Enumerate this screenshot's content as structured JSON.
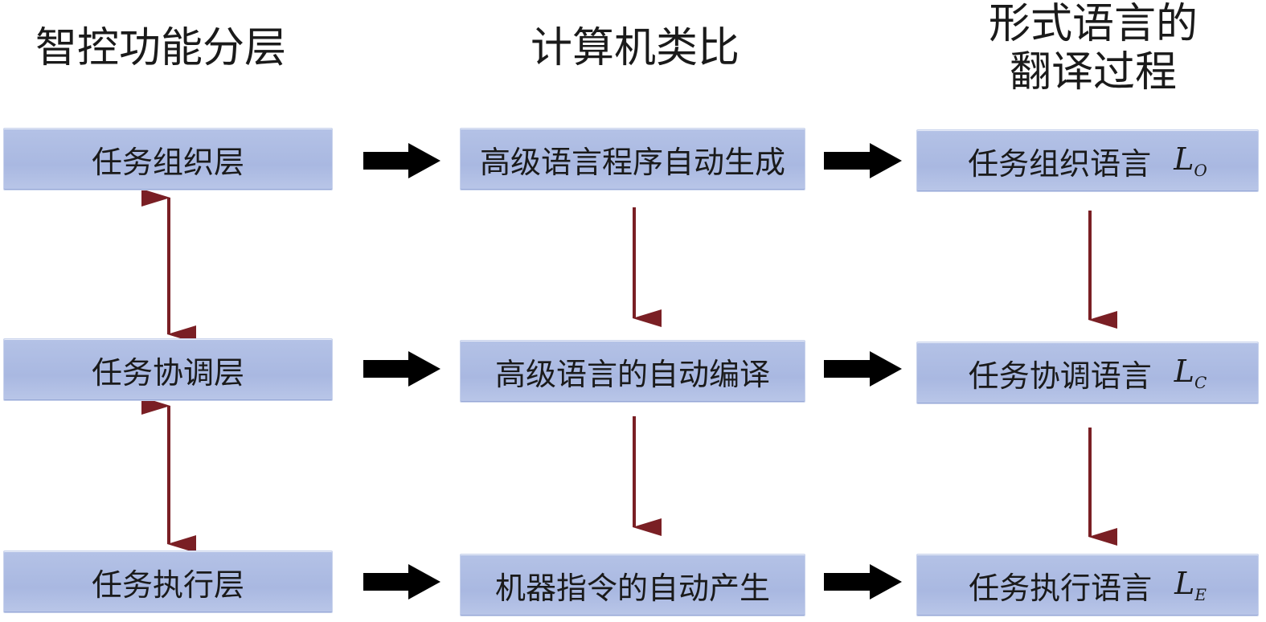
{
  "colors": {
    "box_fill": "#aebce3",
    "box_border": "#c9d3ec",
    "arrow_black": "#000000",
    "arrow_red": "#7a1f24",
    "text": "#1a1a1a"
  },
  "headers": {
    "col1": "智控功能分层",
    "col2": "计算机类比",
    "col3_line1": "形式语言的",
    "col3_line2": "翻译过程"
  },
  "layers": [
    {
      "label": "任务组织层"
    },
    {
      "label": "任务协调层"
    },
    {
      "label": "任务执行层"
    }
  ],
  "analogy": [
    {
      "label": "高级语言程序自动生成"
    },
    {
      "label": "高级语言的自动编译"
    },
    {
      "label": "机器指令的自动产生"
    }
  ],
  "languages": [
    {
      "label": "任务组织语言",
      "symbol": "L",
      "subscript": "O"
    },
    {
      "label": "任务协调语言",
      "symbol": "L",
      "subscript": "C"
    },
    {
      "label": "任务执行语言",
      "symbol": "L",
      "subscript": "E"
    }
  ],
  "icons": {
    "right_arrow": "thick-black-right-arrow",
    "down_arrow": "dark-red-down-arrow",
    "bidirectional": "dark-red-double-headed-vertical-arrow"
  }
}
